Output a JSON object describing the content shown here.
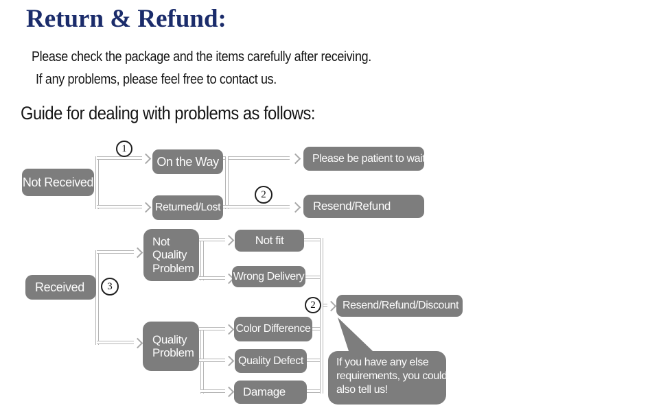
{
  "header": {
    "title": "Return & Refund:",
    "intro_line1": "Please check the package and the items carefully after receiving.",
    "intro_line2": "If any problems, please feel free to contact us.",
    "guide_heading": "Guide for dealing with problems as follows:"
  },
  "flowchart": {
    "steps": {
      "s1": "1",
      "s2_top": "2",
      "s3": "3",
      "s2_bottom": "2"
    },
    "nodes": {
      "not_received": "Not Received",
      "on_the_way": "On the Way",
      "returned_lost": "Returned/Lost",
      "please_wait": "Please be patient to wait",
      "resend_refund": "Resend/Refund",
      "received": "Received",
      "not_quality_problem": "Not Quality Problem",
      "quality_problem": "Quality Problem",
      "not_fit": "Not fit",
      "wrong_delivery": "Wrong Delivery",
      "color_difference": "Color Difference",
      "quality_defect": "Quality Defect",
      "damage": "Damage",
      "resend_refund_discount": "Resend/Refund/Discount"
    },
    "bubble_lines": {
      "l1": "If you have any else",
      "l2": "requirements, you could",
      "l3": "also tell us!"
    },
    "colors": {
      "node_fill": "#7d7d7d",
      "node_text": "#fcfcfc",
      "connector": "#b5b5b5",
      "title_navy": "#1b2c6b",
      "body_text": "#151515"
    }
  }
}
